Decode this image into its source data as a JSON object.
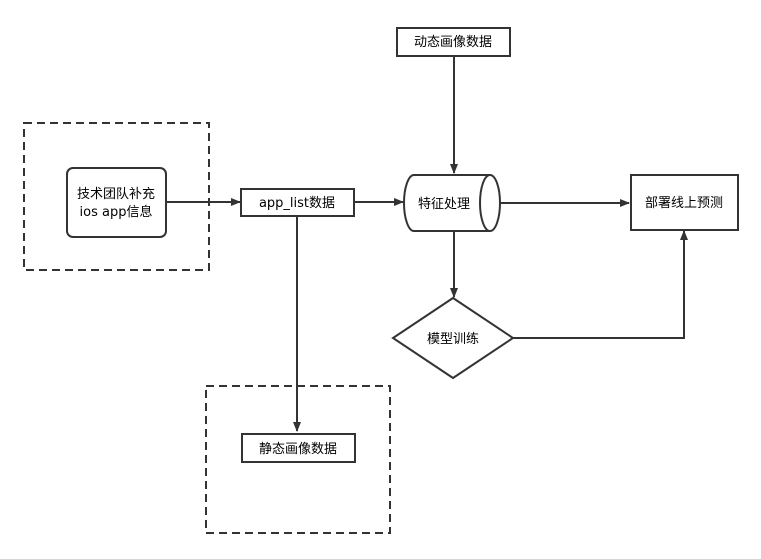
{
  "diagram": {
    "nodes": {
      "tech_team": {
        "line1": "技术团队补充",
        "line2": "ios app信息"
      },
      "app_list": {
        "label": "app_list数据"
      },
      "dynamic_profile": {
        "label": "动态画像数据"
      },
      "feature_processing": {
        "label": "特征处理"
      },
      "deploy_predict": {
        "label": "部署线上预测"
      },
      "model_training": {
        "label": "模型训练"
      },
      "static_profile": {
        "label": "静态画像数据"
      }
    },
    "edges": [
      {
        "from": "tech_team",
        "to": "app_list"
      },
      {
        "from": "app_list",
        "to": "feature_processing"
      },
      {
        "from": "dynamic_profile",
        "to": "feature_processing"
      },
      {
        "from": "feature_processing",
        "to": "deploy_predict"
      },
      {
        "from": "feature_processing",
        "to": "model_training"
      },
      {
        "from": "model_training",
        "to": "deploy_predict"
      },
      {
        "from": "app_list",
        "to": "static_profile"
      }
    ],
    "colors": {
      "stroke": "#333333",
      "text": "#000000",
      "background": "#ffffff"
    }
  }
}
